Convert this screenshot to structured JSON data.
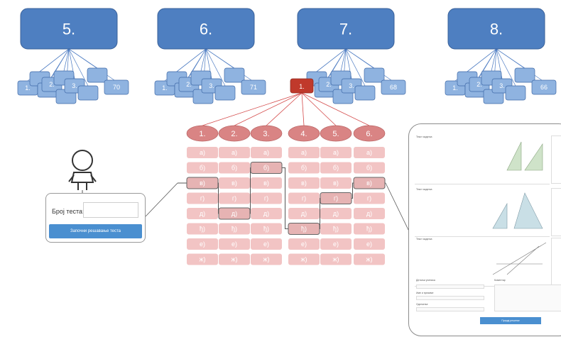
{
  "grades": [
    {
      "label": "5.",
      "items": [
        "1.",
        "2.",
        "3.",
        "70"
      ]
    },
    {
      "label": "6.",
      "items": [
        "1.",
        "2.",
        "3.",
        "71"
      ]
    },
    {
      "label": "7.",
      "items": [
        "1.",
        "2.",
        "3.",
        "68"
      ]
    },
    {
      "label": "8.",
      "items": [
        "1.",
        "2.",
        "3.",
        "66"
      ]
    }
  ],
  "selected_test_label": "1.",
  "questions": [
    "1.",
    "2.",
    "3.",
    "4.",
    "5.",
    "6."
  ],
  "answers": [
    "а)",
    "б)",
    "в)",
    "г)",
    "д)",
    "ђ)",
    "е)",
    "ж)"
  ],
  "selected_answers": [
    "в)",
    "д)",
    "б)",
    "ђ)",
    "г)",
    "в)"
  ],
  "student_form": {
    "label": "Број теста:",
    "input_value": "",
    "button_label": "Започни решавање теста"
  },
  "test_panel": {
    "question_title": "Текст задатка",
    "left_label": "Детаљи ученика",
    "right_label": "Коментар",
    "field_labels": [
      "Име и презиме",
      "Одељење"
    ],
    "submit_label": "Предај решење"
  },
  "colors": {
    "grade_box": "#4e7fc1",
    "test_box": "#8fb3e0",
    "connector_blue": "#4c7bc2",
    "selected_test": "#c0392b",
    "question_oval": "#d98484",
    "answer_box": "#f2c4c4",
    "connector_red": "#d44a4a"
  }
}
